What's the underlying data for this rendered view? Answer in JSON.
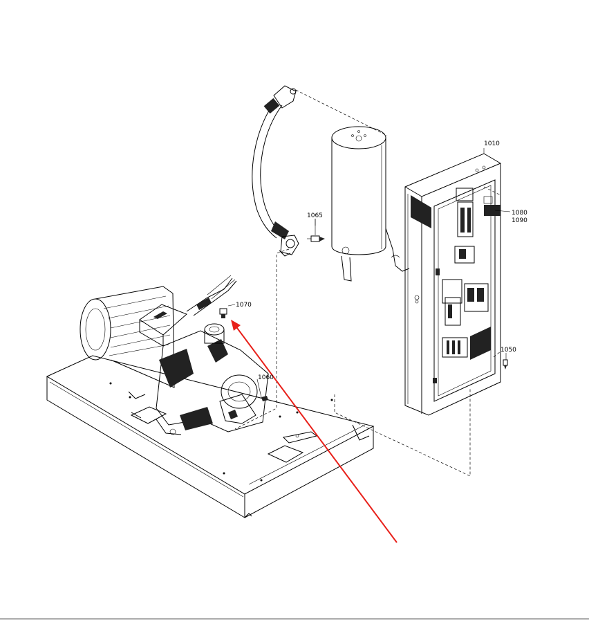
{
  "callouts": {
    "c1010": "1010",
    "c1080": "1080",
    "c1090": "1090",
    "c1065": "1065",
    "c1070": "1070",
    "c1060": "1060",
    "c1050": "1050"
  },
  "pointer_color": "#e8201a",
  "line_color": "#000000"
}
